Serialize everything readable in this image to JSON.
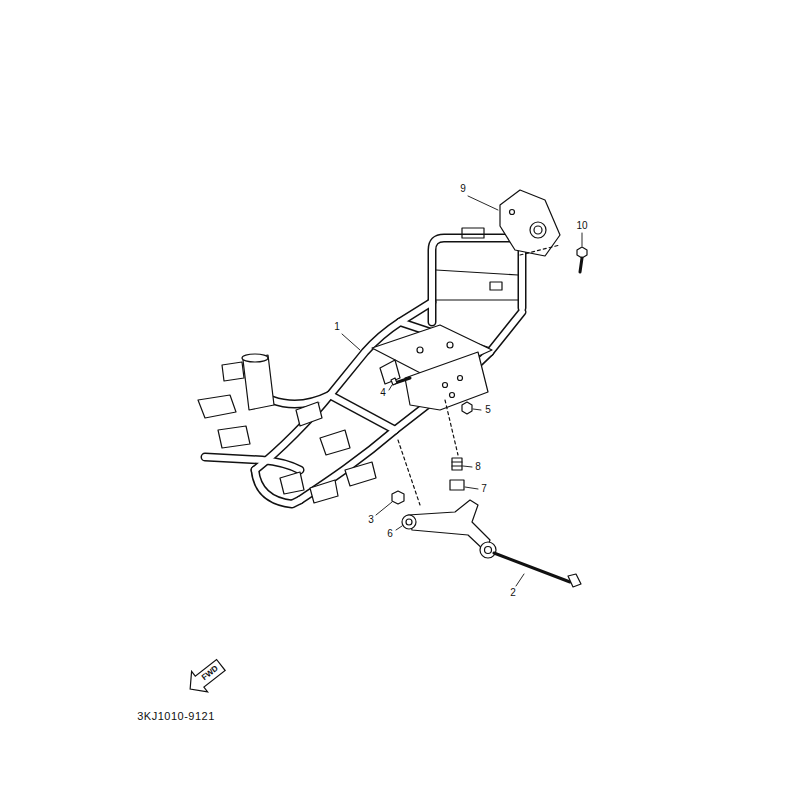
{
  "diagram": {
    "nodes": [
      {
        "text": [
          "FWD"
        ]
      }
    ],
    "labels": [
      "9",
      "10",
      "1",
      "4",
      "5",
      "8",
      "7",
      "3",
      "6",
      "2",
      "3KJ1010-9121"
    ]
  }
}
